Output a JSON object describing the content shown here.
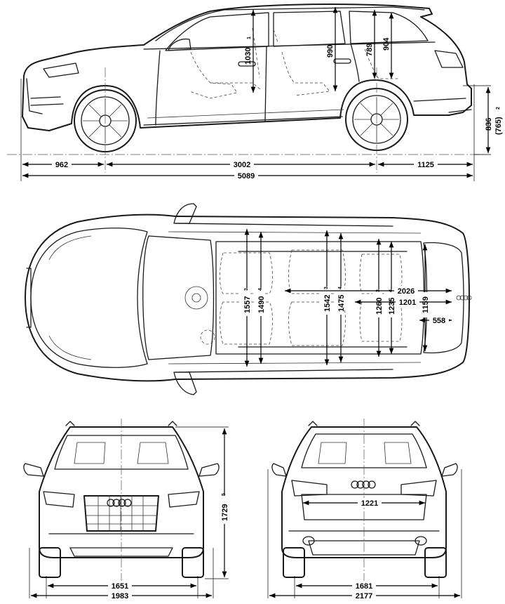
{
  "side_view": {
    "dims": {
      "front_overhang": "962",
      "wheelbase": "3002",
      "rear_overhang": "1125",
      "overall_length": "5089",
      "headroom_front": "1030",
      "sup_front": "1",
      "headroom_rear": "990",
      "cargo_height": "789",
      "cargo_height2": "904",
      "loading_height": "836",
      "loading_height_alt": "(765)",
      "sup_loading": "2"
    }
  },
  "top_view": {
    "dims": {
      "shoulder_front": "1557",
      "sup_shoulder_front": "3",
      "elbow_front": "1490",
      "sup_elbow_front": "4",
      "shoulder_rear": "1542",
      "sup_shoulder_rear": "3",
      "elbow_rear": "1475",
      "sup_elbow_rear": "4",
      "shoulder_third": "1260",
      "sup_shoulder_third": "3",
      "elbow_third": "1235",
      "sup_elbow_third": "4",
      "cargo_length_max": "2026",
      "cargo_length": "1201",
      "cargo_width": "1159",
      "cargo_length_min": "558"
    }
  },
  "front_view": {
    "dims": {
      "height": "1729",
      "sup_height": "5",
      "track_front": "1651",
      "width": "1983"
    }
  },
  "rear_view": {
    "dims": {
      "cargo_opening": "1221",
      "track_rear": "1681",
      "width_mirrors": "2177"
    }
  }
}
